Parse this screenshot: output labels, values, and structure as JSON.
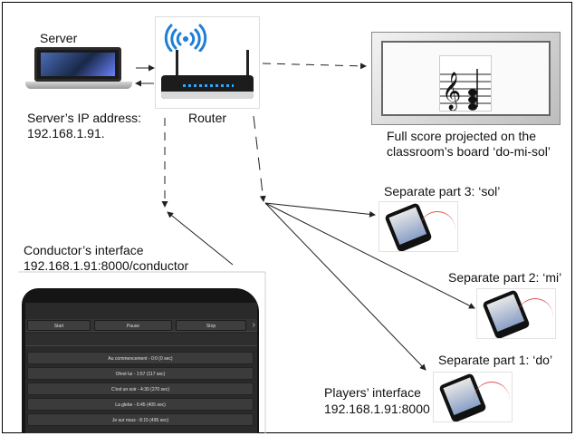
{
  "labels": {
    "server": "Server",
    "server_ip_line1": "Server’s IP address:",
    "server_ip_line2": "192.168.1.91.",
    "router": "Router",
    "score_line1": "Full score projected on the",
    "score_line2": "classroom’s board ‘do-mi-sol’",
    "part3": "Separate part 3: ‘sol’",
    "part2": "Separate part 2: ‘mi’",
    "part1": "Separate part 1: ‘do’",
    "conductor_line1": "Conductor’s interface",
    "conductor_line2": "192.168.1.91:8000/conductor",
    "players_line1": "Players’ interface",
    "players_line2": "192.168.1.91:8000"
  },
  "conductor_ui": {
    "buttons": [
      "Start",
      "Pause",
      "Stop"
    ],
    "items": [
      "Au commencement - 0:0 (0 sec)",
      "Ohné lui - 1:57 (117 sec)",
      "C'est un soir - 4:30 (270 sec)",
      "La glebe - 6:45 (405 sec)",
      "Je sur nous - 8:15 (495 sec)"
    ]
  },
  "icons": {
    "wifi": "wifi-icon",
    "treble_clef": "treble-clef-icon",
    "chevron": "chevron-right-icon"
  },
  "colors": {
    "wifi_blue": "#1d7fd6",
    "led_blue": "#2ea8ff",
    "cable_red": "#e05050"
  }
}
